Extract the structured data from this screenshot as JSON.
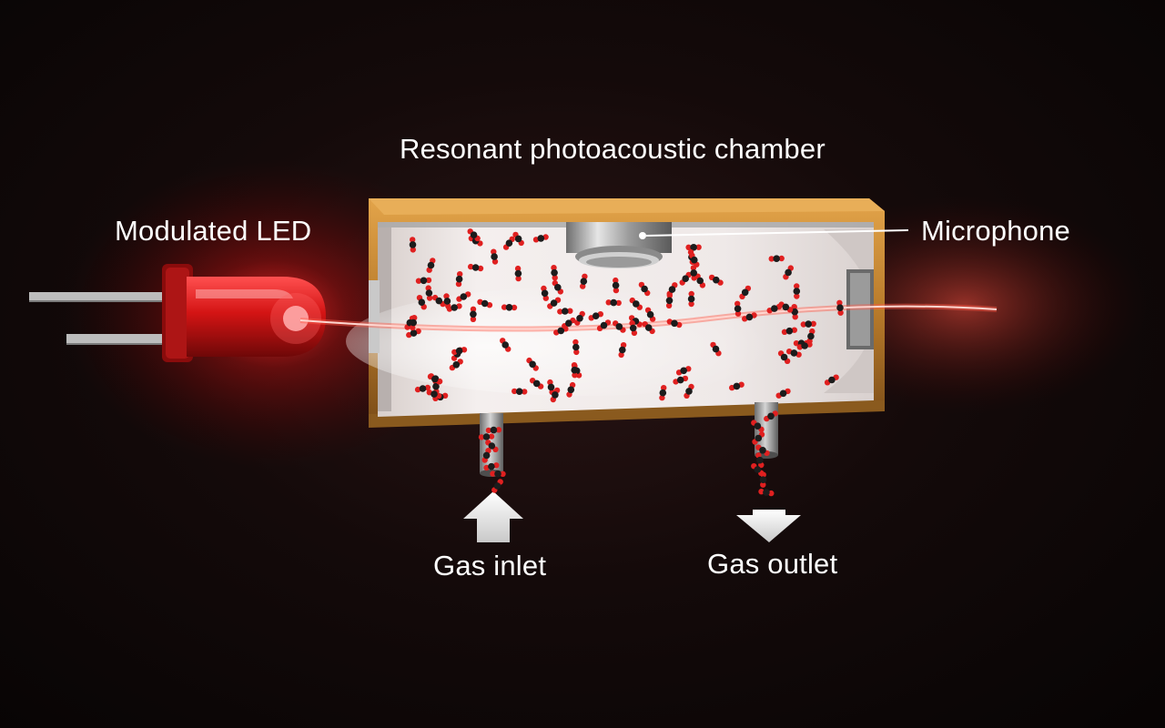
{
  "labels": {
    "title": "Resonant photoacoustic chamber",
    "led": "Modulated LED",
    "microphone": "Microphone",
    "gas_inlet": "Gas inlet",
    "gas_outlet": "Gas outlet"
  },
  "colors": {
    "background": "#0d0707",
    "chamber_shell": "#c98a2e",
    "chamber_interior": "#e9e3e1",
    "led_red": "#e01818",
    "beam": "#ff6a5a",
    "molecule_red": "#e02020",
    "molecule_black": "#1c1c1c",
    "label_text": "#ffffff"
  },
  "icons": {
    "inlet_arrow": "arrow-up-icon",
    "outlet_arrow": "arrow-down-icon"
  }
}
